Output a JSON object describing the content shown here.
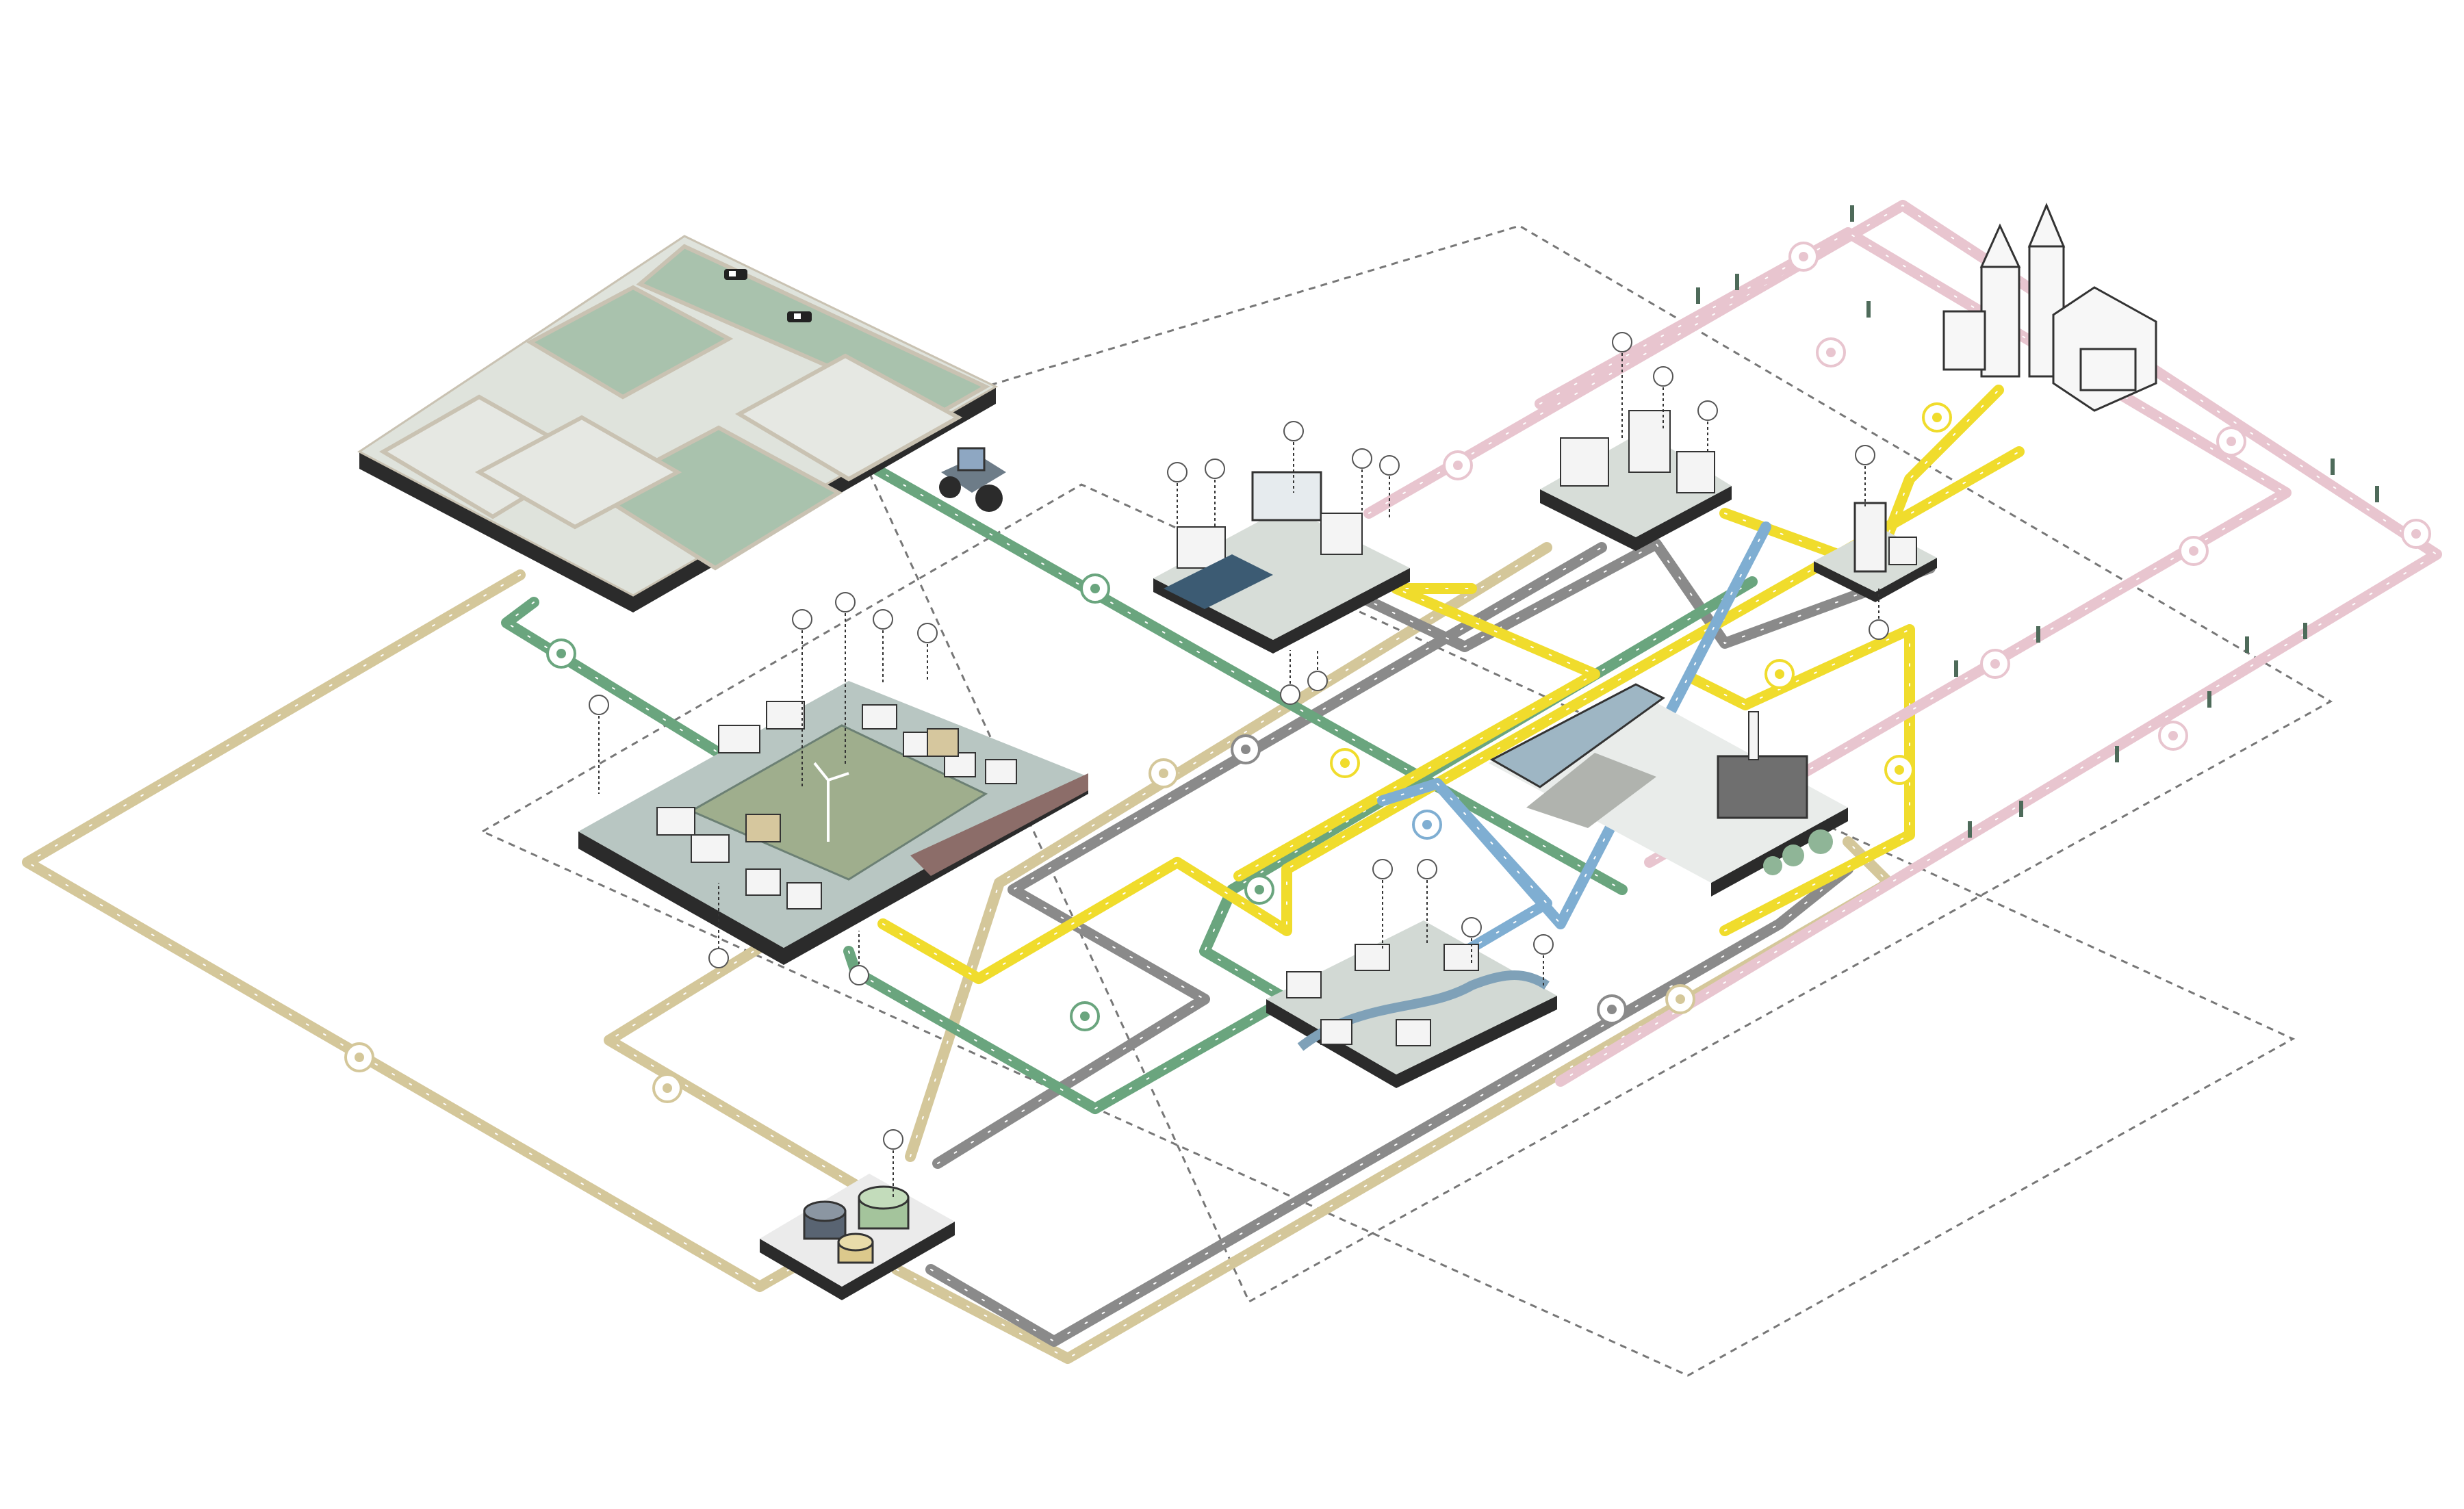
{
  "colors": {
    "background": "#ffffff",
    "food_flow": "#6aa57e",
    "organic_waste_flow": "#d4c79a",
    "wastewater_flow": "#8a8a8a",
    "electricity_flow": "#f0dc2c",
    "water_flow": "#7faed2",
    "tourism_flow": "#e8c5cf",
    "farmland_light": "#dfe3dc",
    "farmland_dark": "#a9c2ad",
    "platform_edge": "#2b2b2b",
    "boundary_dash": "#777777",
    "grass": "#8fb597",
    "water_pond": "#7f9fa8"
  },
  "nodes": [
    {
      "id": "farmland",
      "icon": "cow-icon"
    },
    {
      "id": "tractor",
      "icon": "tractor-icon"
    },
    {
      "id": "neighbourhood-with-pond",
      "icon": "wind-turbine-icon"
    },
    {
      "id": "urban-block-greenhouse",
      "icon": "greenhouse-icon"
    },
    {
      "id": "courtyard-block",
      "icon": "building-icon"
    },
    {
      "id": "small-tower-block",
      "icon": "tower-icon"
    },
    {
      "id": "industrial-riverside",
      "icon": "factory-icon"
    },
    {
      "id": "riverside-housing",
      "icon": "house-icon"
    },
    {
      "id": "biogas-plant",
      "icon": "biogas-tank-icon"
    },
    {
      "id": "cathedral-city",
      "icon": "cathedral-icon"
    }
  ],
  "flow_icons": {
    "food": "apple-icon",
    "organic_waste": "compost-icon",
    "wastewater": "water-drop-icon",
    "heat": "flame-icon",
    "electricity": "lightbulb-icon",
    "water": "droplet-icon",
    "temperature": "thermometer-icon",
    "tourism_culture": "museum-icon",
    "tourism_business": "briefcase-icon"
  }
}
